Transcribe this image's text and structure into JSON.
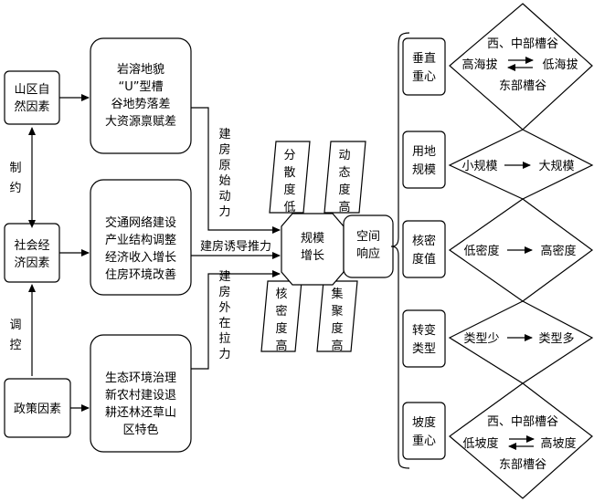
{
  "factors": {
    "mountain": [
      "山区自",
      "然因素"
    ],
    "social": [
      "社会经",
      "济因素"
    ],
    "policy": "政策因素"
  },
  "edges": {
    "restrict": [
      "制",
      "约"
    ],
    "regulate": [
      "调",
      "控"
    ]
  },
  "details": {
    "mountain": [
      "岩溶地貌",
      "“U”型槽",
      "谷地势落差",
      "大资源禀赋差"
    ],
    "social": [
      "交通网络建设",
      "产业结构调整",
      "经济收入增长",
      "住房环境改善"
    ],
    "policy": [
      "生态环境治理",
      "新农村建设退",
      "耕还林还草山",
      "区特色"
    ]
  },
  "forces": {
    "original": [
      "建",
      "房",
      "原",
      "始",
      "动",
      "力"
    ],
    "induced": "建房诱导推力",
    "external": [
      "建",
      "房",
      "外",
      "在",
      "拉",
      "力"
    ]
  },
  "center": {
    "growth": [
      "规模",
      "增长"
    ],
    "response": [
      "空间",
      "响应"
    ]
  },
  "traits": {
    "low_dispersion": [
      "分",
      "散",
      "度",
      "低"
    ],
    "high_dynamic": [
      "动",
      "态",
      "度",
      "高"
    ],
    "high_core_density": [
      "核",
      "密",
      "度",
      "高"
    ],
    "high_aggregation": [
      "集",
      "聚",
      "度",
      "高"
    ]
  },
  "responses": [
    {
      "label": [
        "垂直",
        "重心"
      ],
      "lines": [
        "西、中部槽谷",
        "高海拔",
        "低海拔",
        "东部槽谷"
      ]
    },
    {
      "label": [
        "用地",
        "规模"
      ],
      "from": "小规模",
      "to": "大规模"
    },
    {
      "label": [
        "核密",
        "度值"
      ],
      "from": "低密度",
      "to": "高密度"
    },
    {
      "label": [
        "转变",
        "类型"
      ],
      "from": "类型少",
      "to": "类型多"
    },
    {
      "label": [
        "坡度",
        "重心"
      ],
      "lines": [
        "西、中部槽谷",
        "低坡度",
        "高坡度",
        "东部槽谷"
      ]
    }
  ]
}
